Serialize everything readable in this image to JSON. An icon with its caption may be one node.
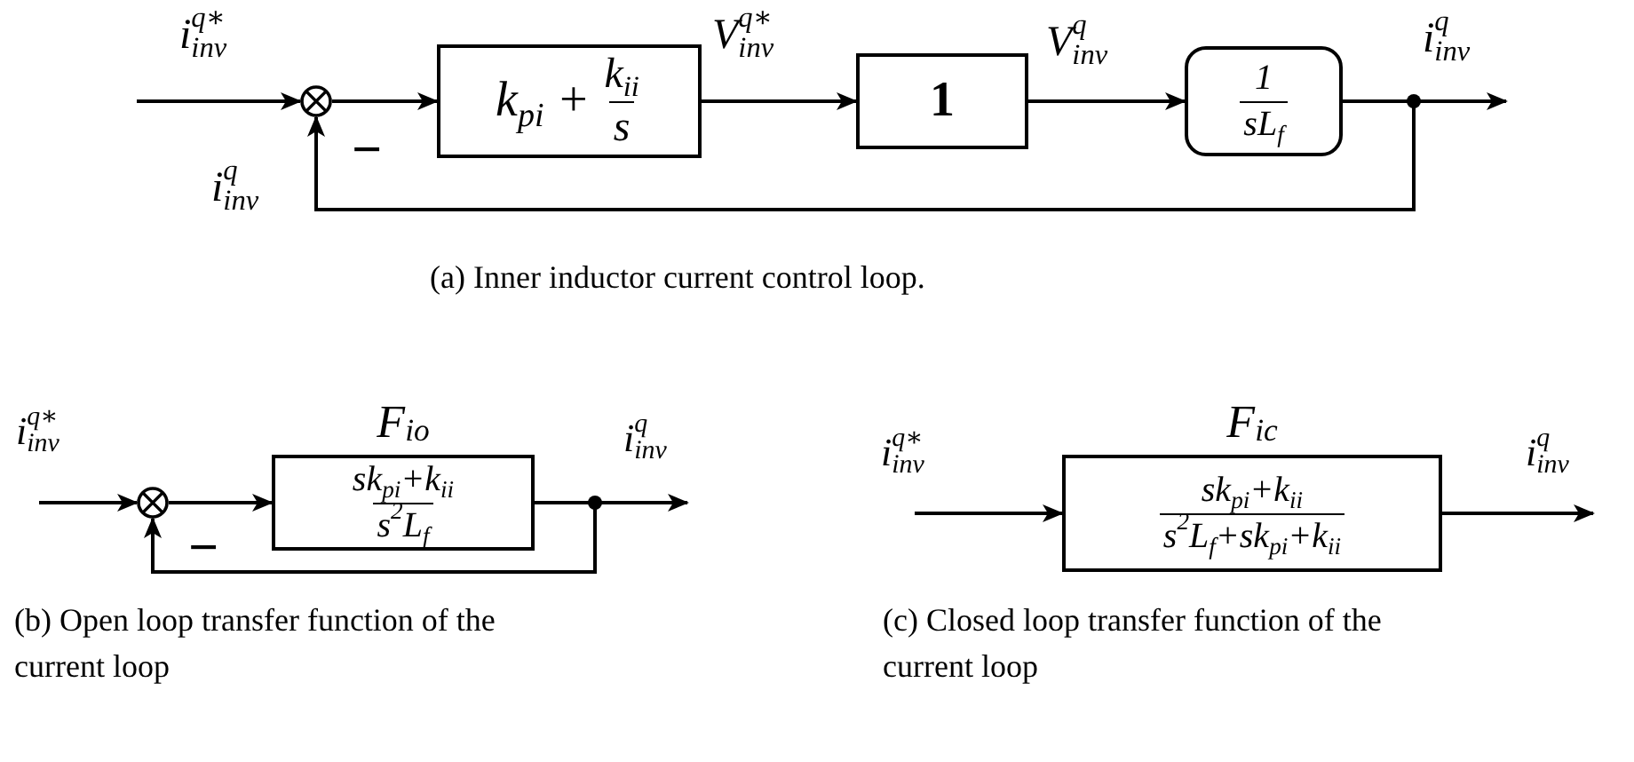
{
  "diagram": {
    "nodes": [
      {
        "text": [],
        "shape": "circle"
      },
      {
        "text": [
          "k$_{pi}$ +",
          "k$_{ii}$",
          "s"
        ]
      },
      {
        "text": [
          "1"
        ]
      },
      {
        "text": [
          "1",
          "sL$_{f}$"
        ]
      },
      {
        "text": [],
        "shape": "circle"
      },
      {
        "text": [
          "F$_{io}$",
          "sk$_{pi}$+k$_{ii}$",
          "s$^{2}$L$_{f}$"
        ]
      },
      {
        "text": [
          "F$_{ic}$",
          "sk$_{pi}$+k$_{ii}$",
          "s$^{2}$L$_{f}$+sk$_{pi}$+k$_{ii}$"
        ]
      }
    ],
    "edges": [
      {
        "from": null,
        "to": 0,
        "arrow": "to",
        "label": "i$^{q∗}$$_{inv}$"
      },
      {
        "from": 0,
        "to": 1,
        "arrow": "to"
      },
      {
        "from": 1,
        "to": 2,
        "arrow": "to",
        "label": "V$^{q∗}$$_{inv}$"
      },
      {
        "from": 2,
        "to": 3,
        "arrow": "to",
        "label": "V$^{q}$$_{inv}$"
      },
      {
        "from": 3,
        "to": null,
        "arrow": "to",
        "label": "i$^{q}$$_{inv}$"
      },
      {
        "from": 3,
        "to": 0,
        "arrow": "to",
        "label": "i$^{q}$$_{inv}$"
      },
      {
        "from": null,
        "to": 4,
        "arrow": "to",
        "label": "i$^{q∗}$$_{inv}$"
      },
      {
        "from": 4,
        "to": 5,
        "arrow": "to"
      },
      {
        "from": 5,
        "to": null,
        "arrow": "to",
        "label": "i$^{q}$$_{inv}$"
      },
      {
        "from": 5,
        "to": 4,
        "arrow": "to"
      },
      {
        "from": null,
        "to": 6,
        "arrow": "to",
        "label": "i$^{q∗}$$_{inv}$"
      },
      {
        "from": 6,
        "to": null,
        "arrow": "to",
        "label": "i$^{q}$$_{inv}$"
      }
    ],
    "labels": [
      "−",
      "(a) Inner inductor current control loop.",
      "−",
      "(b) Open loop transfer function of the current loop",
      "(c) Closed loop transfer function of the current loop"
    ]
  }
}
